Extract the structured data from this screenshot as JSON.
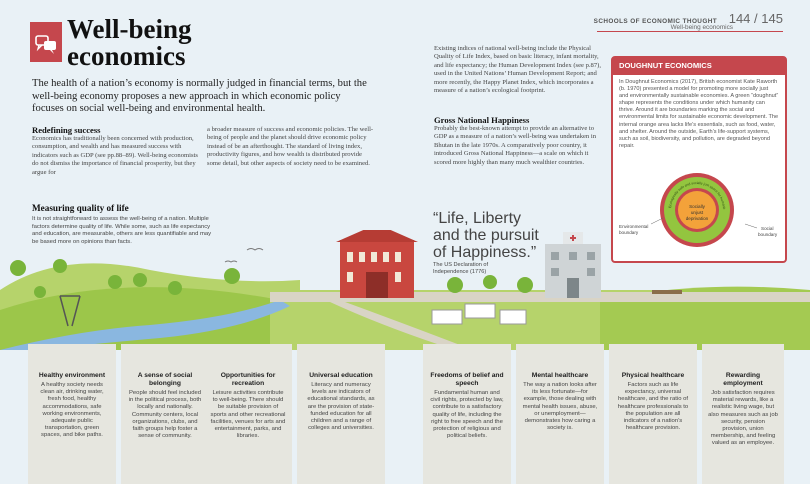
{
  "header": {
    "title_line1": "Well-being",
    "title_line2": "economics",
    "section_name": "SCHOOLS OF ECONOMIC THOUGHT",
    "section_sub": "Well-being economics",
    "page_left": "144",
    "page_sep": "/",
    "page_right": "145"
  },
  "intro": "The health of a nation’s economy is normally judged in financial terms, but the well-being economy proposes a new approach in which economic policy focuses on social well-being and environmental health.",
  "redefining": {
    "heading": "Redefining success",
    "col1": "Economics has traditionally been concerned with production, consumption, and wealth and has measured success with indicators such as GDP (see pp.88–89). Well-being economists do not dismiss the importance of financial prosperity, but they argue for",
    "col2": "a broader measure of success and economic policies. The well-being of people and the planet should drive economic policy instead of be an afterthought. The standard of living index, productivity figures, and how wealth is distributed provide some detail, but other aspects of society need to be examined."
  },
  "indices": "Existing indices of national well-being include the Physical Quality of Life Index, based on basic literacy, infant mortality, and life expectancy; the Human Development Index (see p.87), used in the United Nations’ Human Development Report; and more recently, the Happy Planet Index, which incorporates a measure of a nation’s ecological footprint.",
  "gnh": {
    "heading": "Gross National Happiness",
    "text": "Probably the best-known attempt to provide an alternative to GDP as a measure of a nation’s well-being was undertaken in Bhutan in the late 1970s. A comparatively poor country, it introduced Gross National Happiness—a scale on which it scored more highly than many much wealthier countries."
  },
  "measuring": {
    "heading": "Measuring quality of life",
    "text": "It is not straightforward to assess the well-being of a nation. Multiple factors determine quality of life. While some, such as life expectancy and education, are measurable, others are less quantifiable and may be based more on opinions than facts."
  },
  "quote": {
    "line1": "“Life, Liberty",
    "line2": "and the pursuit",
    "line3": "of Happiness.”",
    "source1": "The US Declaration of",
    "source2": "Independence (1776)"
  },
  "doughnut": {
    "title": "DOUGHNUT ECONOMICS",
    "text": "In Doughnut Economics (2017), British economist Kate Raworth (b. 1970) presented a model for promoting more socially just and environmentally sustainable economies. A green “doughnut” shape represents the conditions under which humanity can thrive. Around it are boundaries marking the social and environmental limits for sustainable economic development. The internal orange area lacks life’s essentials, such as food, water, and shelter. Around the outside, Earth’s life-support systems, such as soil, biodiversity, and pollution, are degraded beyond repair.",
    "ring_label": "Ecologically safe and socially just space for humanity",
    "center1": "Socially",
    "center2": "unjust",
    "center3": "deprivation",
    "env_label1": "Environmental",
    "env_label2": "boundary",
    "social_label1": "Social",
    "social_label2": "boundary"
  },
  "columns": [
    {
      "title": "Healthy environment",
      "text": "A healthy society needs clean air, drinking water, fresh food, healthy accommodations, safe working environments, adequate public transportation, green spaces, and bike paths."
    },
    {
      "title": "A sense of social belonging",
      "text": "People should feel included in the political process, both locally and nationally. Community centers, local organizations, clubs, and faith groups help foster a sense of community."
    },
    {
      "title": "Opportunities for recreation",
      "text": "Leisure activities contribute to well-being. There should be suitable provision of sports and other recreational facilities, venues for arts and entertainment, parks, and libraries."
    },
    {
      "title": "Universal education",
      "text": "Literacy and numeracy levels are indicators of educational standards, as are the provision of state-funded education for all children and a range of colleges and universities."
    },
    {
      "title": "Freedoms of belief and speech",
      "text": "Fundamental human and civil rights, protected by law, contribute to a satisfactory quality of life, including the right to free speech and the protection of religious and political beliefs."
    },
    {
      "title": "Mental healthcare",
      "text": "The way a nation looks after its less fortunate—for example, those dealing with mental health issues, abuse, or unemployment—demonstrates how caring a society is."
    },
    {
      "title": "Physical healthcare",
      "text": "Factors such as life expectancy, universal healthcare, and the ratio of healthcare professionals to the population are all indicators of a nation’s healthcare provision."
    },
    {
      "title": "Rewarding employment",
      "text": "Job satisfaction requires material rewards, like a realistic living wage, but also measures such as job security, pension provision, union membership, and feeling valued as an employee."
    }
  ],
  "colors": {
    "accent": "#c5474d",
    "grass": "#8cc43f",
    "column_bg": "#e6e6df",
    "doughnut_green": "#93c53f",
    "doughnut_orange": "#f3a23a"
  }
}
